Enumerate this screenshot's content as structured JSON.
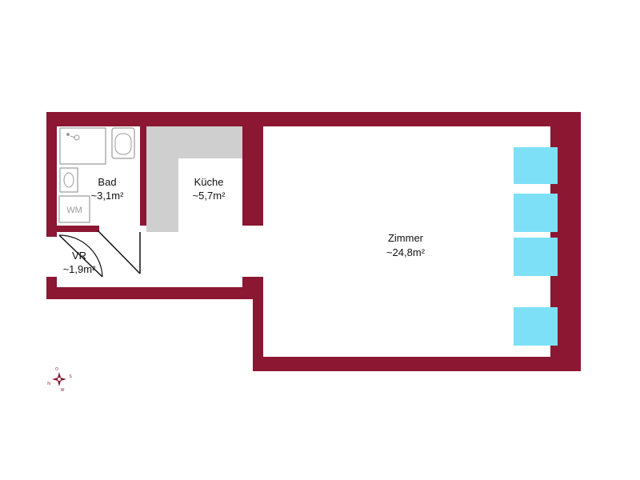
{
  "colors": {
    "wall": "#8b1732",
    "kitchen_counter": "#cfcfcf",
    "window": "#7ee0f7",
    "fixture": "#9a9a9a",
    "background": "#ffffff"
  },
  "rooms": [
    {
      "id": "bad",
      "name": "Bad",
      "area": "~3,1m²"
    },
    {
      "id": "kueche",
      "name": "Küche",
      "area": "~5,7m²"
    },
    {
      "id": "zimmer",
      "name": "Zimmer",
      "area": "~24,8m²"
    },
    {
      "id": "vr",
      "name": "VR",
      "area": "~1,9m²"
    }
  ],
  "fixtures": {
    "washing_machine_label": "WM"
  },
  "compass": {
    "north": "N",
    "east": "O",
    "south": "S",
    "west": "W"
  },
  "icons": {
    "shower": "shower-icon",
    "bathtub": "bathtub-icon",
    "sink": "sink-icon",
    "washing_machine": "washing-machine-icon",
    "compass": "compass-icon"
  }
}
